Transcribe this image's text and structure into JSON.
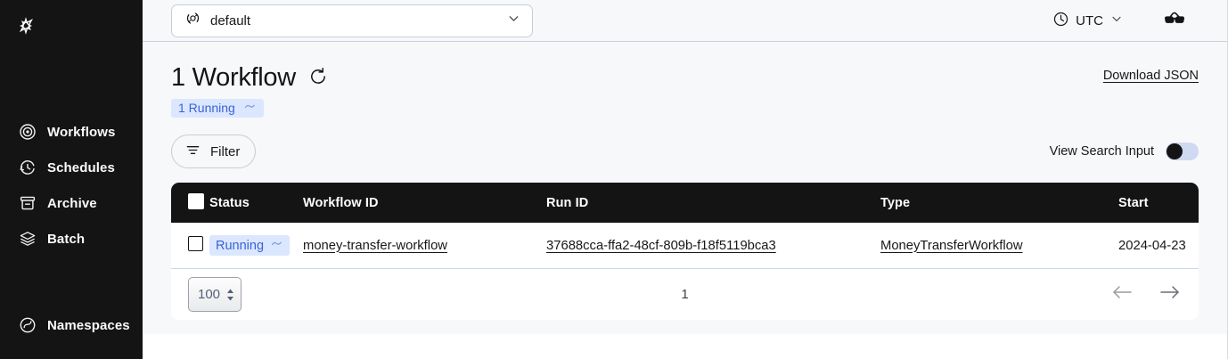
{
  "sidebar": {
    "logo_name": "temporal-logo",
    "items": [
      {
        "label": "Workflows",
        "icon": "workflows-icon"
      },
      {
        "label": "Schedules",
        "icon": "schedules-icon"
      },
      {
        "label": "Archive",
        "icon": "archive-icon"
      },
      {
        "label": "Batch",
        "icon": "batch-icon"
      },
      {
        "label": "Namespaces",
        "icon": "namespaces-icon"
      }
    ]
  },
  "topbar": {
    "namespace_value": "default",
    "namespace_icon": "namespace-icon",
    "timezone_label": "UTC",
    "timezone_icon": "clock-icon",
    "glasses_icon": "glasses-icon",
    "chevron_icon": "chevron-down-icon"
  },
  "header": {
    "title": "1 Workflow",
    "refresh_icon": "refresh-icon",
    "download_label": "Download JSON",
    "status_badge": "1 Running"
  },
  "toolbar": {
    "filter_label": "Filter",
    "filter_icon": "filter-icon",
    "view_search_label": "View Search Input",
    "view_search_enabled": false
  },
  "table": {
    "columns": [
      "Status",
      "Workflow ID",
      "Run ID",
      "Type",
      "Start"
    ],
    "rows": [
      {
        "status": "Running",
        "workflow_id": "money-transfer-workflow",
        "run_id": "37688cca-ffa2-48cf-809b-f18f5119bca3",
        "type": "MoneyTransferWorkflow",
        "start": "2024-04-23"
      }
    ]
  },
  "pagination": {
    "page_size": "100",
    "page_number": "1",
    "prev_icon": "arrow-left-icon",
    "next_icon": "arrow-right-icon"
  },
  "colors": {
    "sidebar_bg": "#141414",
    "page_bg": "#f7f8fa",
    "accent_blue": "#3b62d6",
    "badge_bg": "#dbe7ff"
  }
}
